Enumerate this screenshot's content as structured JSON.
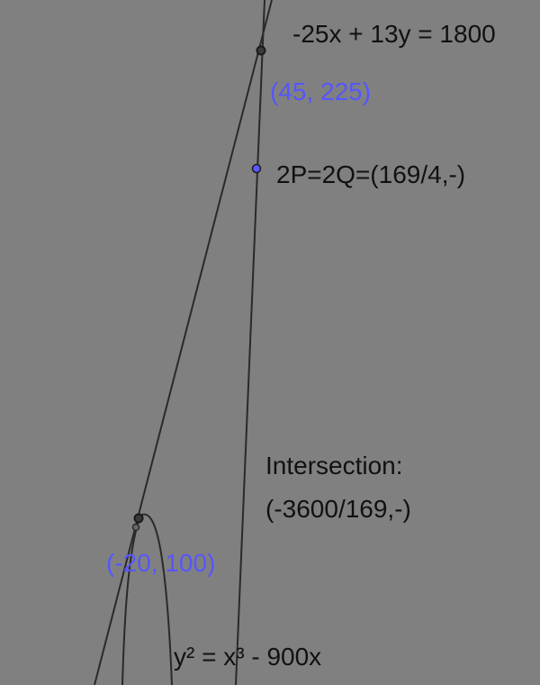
{
  "diagram": {
    "curve_equation": "y² = x³ - 900x",
    "line_equation": "-25x + 13y = 1800",
    "point_top_label": "(45, 225)",
    "point_bottom_label": "(-20, 100)",
    "doubling_label": "2P=2Q=(169/4,-)",
    "intersection_title": "Intersection:",
    "intersection_value": "(-3600/169,-)"
  },
  "colors": {
    "background": "#808080",
    "curve_stroke": "#2a2a2a",
    "point_label": "#5656ff",
    "text": "#111111",
    "blue_point": "#5a5aff"
  }
}
